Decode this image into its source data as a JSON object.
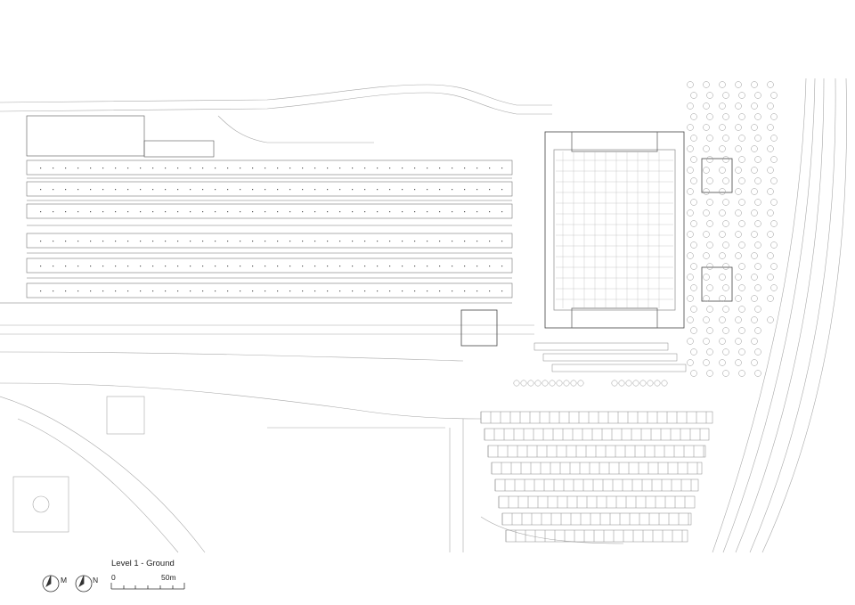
{
  "title": "Level 1 - Ground",
  "north_labels": {
    "magnetic": "M",
    "north": "N"
  },
  "scale_bar": {
    "start_label": "0",
    "end_label": "50m"
  },
  "colors": {
    "line": "#9a9a9a",
    "dark_line": "#333333",
    "background": "#ffffff"
  },
  "icons": [
    "magnetic-north-icon",
    "true-north-icon",
    "scale-bar-icon"
  ]
}
